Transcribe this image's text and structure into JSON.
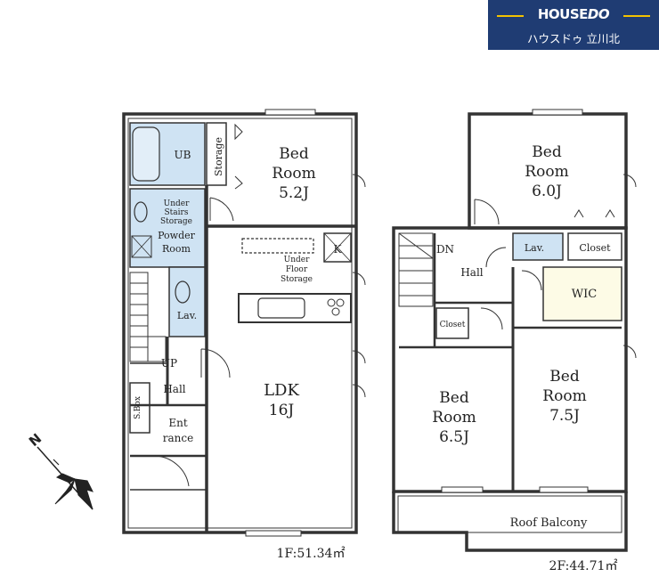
{
  "brand": {
    "name_a": "HOUSE",
    "name_b": "DO",
    "branch": "ハウスドゥ 立川北"
  },
  "floor1": {
    "area_label": "1F:51.34㎡",
    "rooms": {
      "bed_line1": "Bed",
      "bed_line2": "Room",
      "bed_size": "5.2J",
      "ub": "UB",
      "storage": "Storage",
      "under_stairs_1": "Under",
      "under_stairs_2": "Stairs",
      "under_stairs_3": "Storage",
      "powder_1": "Powder",
      "powder_2": "Room",
      "lav": "Lav.",
      "up": "UP",
      "hall": "Hall",
      "sbox": "S.Box",
      "entrance_1": "Ent",
      "entrance_2": "rance",
      "ldk": "LDK",
      "ldk_size": "16J",
      "underfloor_1": "Under",
      "underfloor_2": "Floor",
      "underfloor_3": "Storage",
      "k": "K"
    }
  },
  "floor2": {
    "area_label": "2F:44.71㎡",
    "rooms": {
      "bed_a_1": "Bed",
      "bed_a_2": "Room",
      "bed_a_size": "6.0J",
      "dn": "DN",
      "hall": "Hall",
      "lav": "Lav.",
      "closet_a": "Closet",
      "wic": "WIC",
      "closet_b": "Closet",
      "bed_b_1": "Bed",
      "bed_b_2": "Room",
      "bed_b_size": "6.5J",
      "bed_c_1": "Bed",
      "bed_c_2": "Room",
      "bed_c_size": "7.5J",
      "balcony": "Roof Balcony"
    }
  },
  "compass": {
    "north": "N"
  },
  "colors": {
    "wall": "#333333",
    "wet_area": "#cfe3f3",
    "wic": "#fdfbe6",
    "brand": "#1f3c73",
    "brand_accent": "#f2c200"
  }
}
